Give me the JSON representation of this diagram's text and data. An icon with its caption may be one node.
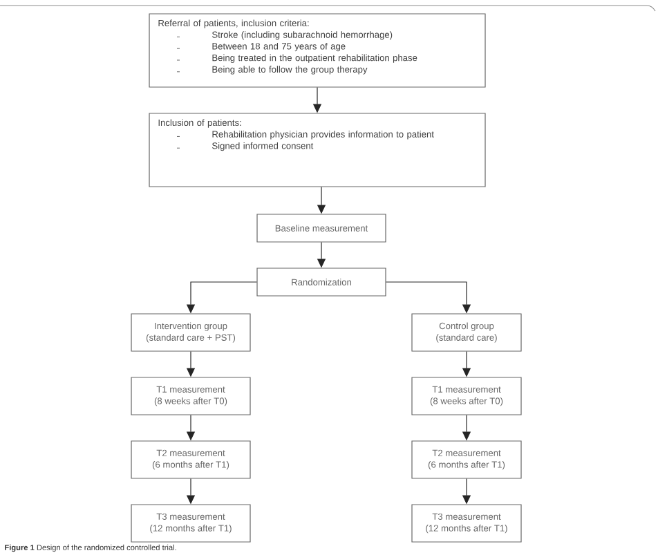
{
  "diagram": {
    "caption": "**Figure 1** Design of the randomized controlled trial.",
    "nodes": [
      {
        "text": [
          "Referral of patients, inclusion criteria:",
          "Stroke (including subarachnoid hemorrhage)",
          "Between 18 and 75 years of age",
          "Being treated in the outpatient rehabilitation phase",
          "Being able to follow the group therapy"
        ]
      },
      {
        "text": [
          "Inclusion of patients:",
          "Rehabilitation physician provides information to patient",
          "Signed informed consent"
        ]
      },
      {
        "text": [
          "Baseline measurement"
        ]
      },
      {
        "text": [
          "Randomization"
        ]
      },
      {
        "text": [
          "Intervention group",
          "(standard care + PST)"
        ]
      },
      {
        "text": [
          "Control group",
          "(standard care)"
        ]
      },
      {
        "text": [
          "T1 measurement",
          "(8 weeks after T0)"
        ]
      },
      {
        "text": [
          "T2 measurement",
          "(6 months after T1)"
        ]
      },
      {
        "text": [
          "T3 measurement",
          "(12 months after T1)"
        ]
      },
      {
        "text": [
          "T1 measurement",
          "(8 weeks after T0)"
        ]
      },
      {
        "text": [
          "T2 measurement",
          "(6 months after T1)"
        ]
      },
      {
        "text": [
          "T3 measurement",
          "(12 months after T1)"
        ]
      }
    ],
    "edges": [
      {
        "from": 0,
        "to": 1,
        "arrow": "to"
      },
      {
        "from": 1,
        "to": 2,
        "arrow": "to"
      },
      {
        "from": 2,
        "to": 3,
        "arrow": "to"
      },
      {
        "from": 3,
        "to": 4,
        "arrow": "to"
      },
      {
        "from": 3,
        "to": 5,
        "arrow": "to"
      },
      {
        "from": 4,
        "to": 6,
        "arrow": "to"
      },
      {
        "from": 6,
        "to": 7,
        "arrow": "to"
      },
      {
        "from": 7,
        "to": 8,
        "arrow": "to"
      },
      {
        "from": 5,
        "to": 9,
        "arrow": "to"
      },
      {
        "from": 9,
        "to": 10,
        "arrow": "to"
      },
      {
        "from": 10,
        "to": 11,
        "arrow": "to"
      }
    ]
  }
}
